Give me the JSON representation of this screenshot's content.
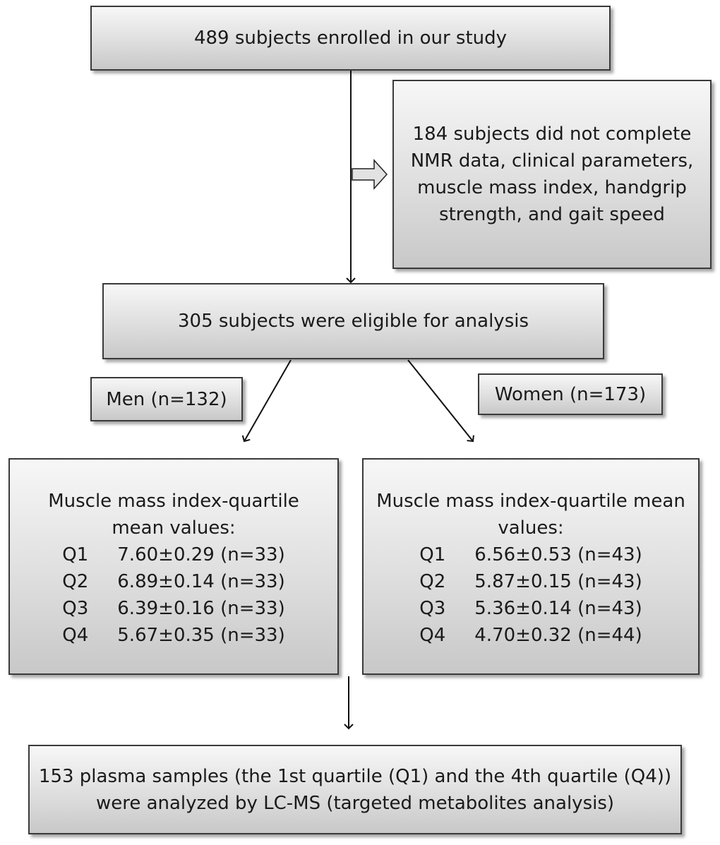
{
  "flowchart": {
    "enrolled": "489 subjects enrolled in our study",
    "excluded": [
      "184 subjects did not complete",
      "NMR data, clinical parameters,",
      "muscle mass index, handgrip",
      "strength, and gait speed"
    ],
    "eligible": "305 subjects were eligible for analysis",
    "men_label": "Men (n=132)",
    "women_label": "Women (n=173)",
    "men_quartiles": {
      "title": [
        "Muscle mass index-quartile",
        "mean values:"
      ],
      "rows": [
        {
          "q": "Q1",
          "value": "7.60±0.29 (n=33)"
        },
        {
          "q": "Q2",
          "value": "6.89±0.14 (n=33)"
        },
        {
          "q": "Q3",
          "value": "6.39±0.16 (n=33)"
        },
        {
          "q": "Q4",
          "value": "5.67±0.35 (n=33)"
        }
      ]
    },
    "women_quartiles": {
      "title": [
        "Muscle mass index-quartile mean",
        "values:"
      ],
      "rows": [
        {
          "q": "Q1",
          "value": "6.56±0.53 (n=43)"
        },
        {
          "q": "Q2",
          "value": "5.87±0.15 (n=43)"
        },
        {
          "q": "Q3",
          "value": "5.36±0.14 (n=43)"
        },
        {
          "q": "Q4",
          "value": "4.70±0.32 (n=44)"
        }
      ]
    },
    "analyzed": [
      "153 plasma samples (the 1st quartile (Q1) and the 4th quartile (Q4))",
      "were analyzed by LC-MS (targeted metabolites analysis)"
    ]
  }
}
